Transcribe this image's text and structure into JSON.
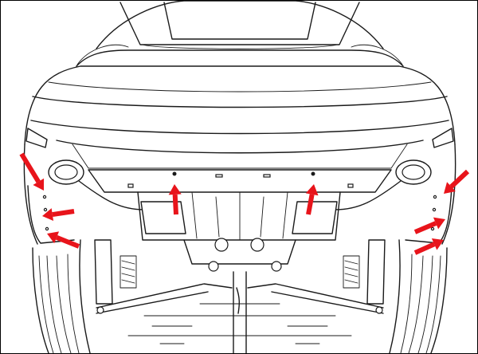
{
  "colors": {
    "line": "#1a1a1a",
    "background": "#ffffff",
    "arrow": "#e8141b"
  },
  "arrows": [
    {
      "id": "rear-left-upper",
      "direction": "down-right"
    },
    {
      "id": "rear-left-middle",
      "direction": "left"
    },
    {
      "id": "rear-left-lower",
      "direction": "up-left"
    },
    {
      "id": "center-left-fastener",
      "direction": "up"
    },
    {
      "id": "center-right-fastener",
      "direction": "up"
    },
    {
      "id": "rear-right-upper",
      "direction": "down-left"
    },
    {
      "id": "rear-right-middle",
      "direction": "right"
    },
    {
      "id": "rear-right-lower",
      "direction": "up-right"
    }
  ]
}
